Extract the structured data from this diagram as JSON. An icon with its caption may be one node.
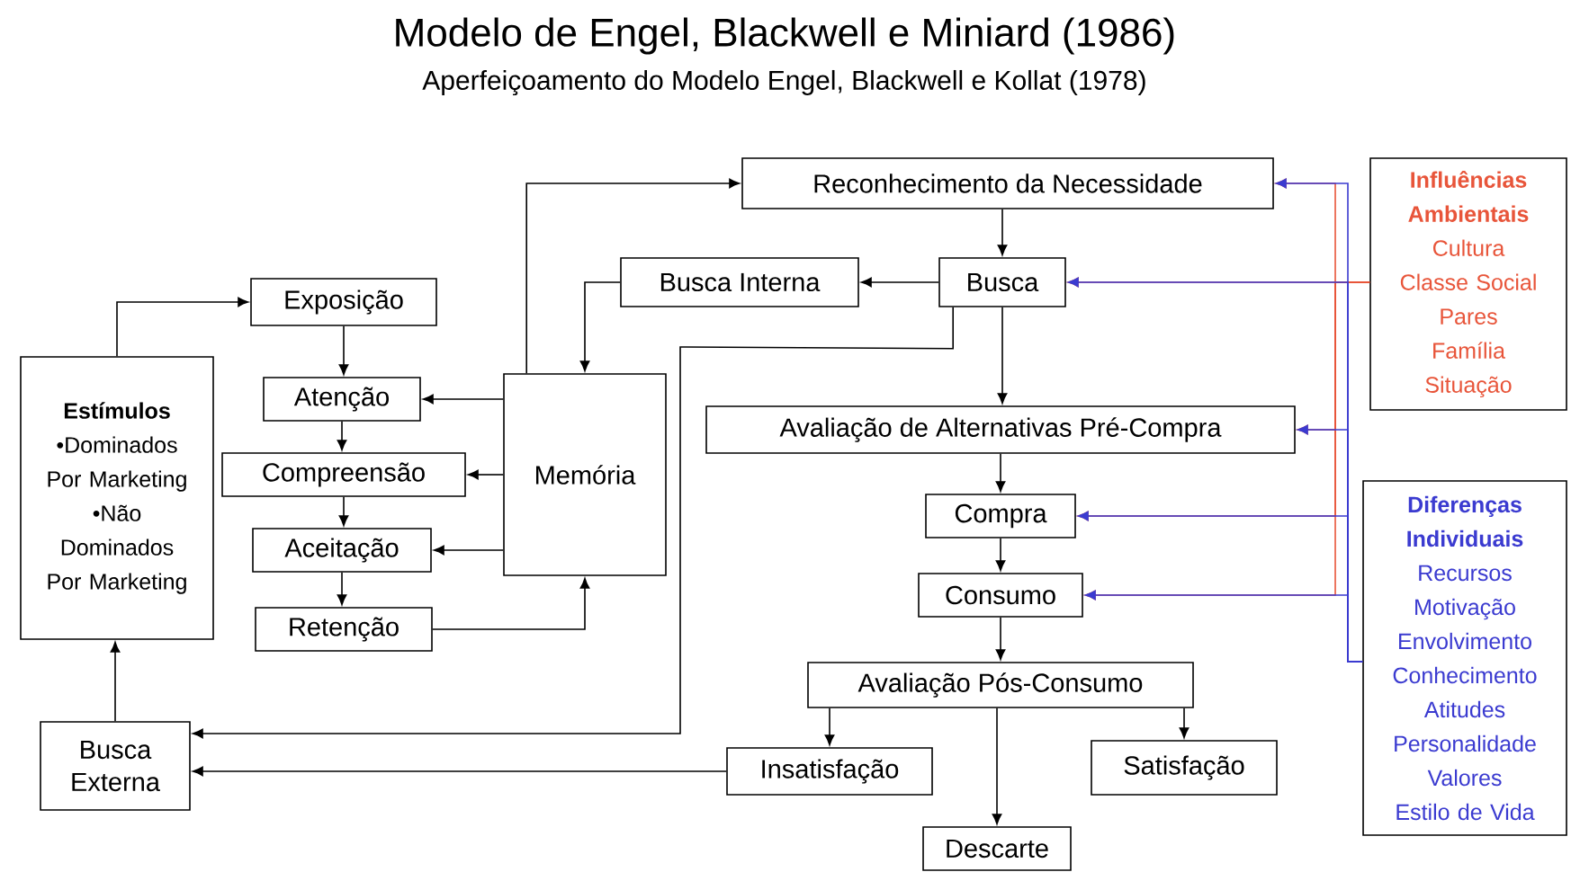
{
  "diagram": {
    "title": "Modelo de Engel, Blackwell e Miniard (1986)",
    "nodes": [
      {
        "text": [
          "Reconhecimento da Necessidade"
        ]
      },
      {
        "text": [
          "Busca Interna"
        ]
      },
      {
        "text": [
          "Busca"
        ]
      },
      {
        "text": [
          "Exposição"
        ]
      },
      {
        "text": [
          "Estímulos",
          "•Dominados Por Marketing",
          "•Não Dominados Por Marketing"
        ]
      },
      {
        "text": [
          "Atenção"
        ]
      },
      {
        "text": [
          "Memória"
        ]
      },
      {
        "text": [
          "Compreensão"
        ]
      },
      {
        "text": [
          "Aceitação"
        ]
      },
      {
        "text": [
          "Retenção"
        ]
      },
      {
        "text": [
          "Avaliação de Alternativas Pré-Compra"
        ]
      },
      {
        "text": [
          "Compra"
        ]
      },
      {
        "text": [
          "Consumo"
        ]
      },
      {
        "text": [
          "Avaliação Pós-Consumo"
        ]
      },
      {
        "text": [
          "Busca Externa"
        ]
      },
      {
        "text": [
          "Insatisfação"
        ]
      },
      {
        "text": [
          "Satisfação"
        ]
      },
      {
        "text": [
          "Descarte"
        ]
      },
      {
        "text": [
          "Influências Ambientais",
          "Cultura",
          "Classe Social",
          "Pares",
          "Família",
          "Situação"
        ]
      },
      {
        "text": [
          "Diferenças Individuais",
          "Recursos",
          "Motivação",
          "Envolvimento",
          "Conhecimento",
          "Atitudes",
          "Personalidade",
          "Valores",
          "Estilo de Vida"
        ]
      }
    ],
    "edges": [
      {
        "from": 4,
        "to": 3,
        "arrow": "to"
      },
      {
        "from": 3,
        "to": 5,
        "arrow": "to"
      },
      {
        "from": 5,
        "to": 7,
        "arrow": "to"
      },
      {
        "from": 7,
        "to": 8,
        "arrow": "to"
      },
      {
        "from": 8,
        "to": 9,
        "arrow": "to"
      },
      {
        "from": 6,
        "to": 5,
        "arrow": "to"
      },
      {
        "from": 6,
        "to": 7,
        "arrow": "to"
      },
      {
        "from": 6,
        "to": 8,
        "arrow": "to"
      },
      {
        "from": 9,
        "to": 6,
        "arrow": "to"
      },
      {
        "from": 6,
        "to": 0,
        "arrow": "to"
      },
      {
        "from": 0,
        "to": 2,
        "arrow": "to"
      },
      {
        "from": 2,
        "to": 1,
        "arrow": "to"
      },
      {
        "from": 1,
        "to": 6,
        "arrow": "to"
      },
      {
        "from": 2,
        "to": 10,
        "arrow": "to"
      },
      {
        "from": 2,
        "to": 14,
        "arrow": "to"
      },
      {
        "from": 10,
        "to": 11,
        "arrow": "to"
      },
      {
        "from": 11,
        "to": 12,
        "arrow": "to"
      },
      {
        "from": 12,
        "to": 13,
        "arrow": "to"
      },
      {
        "from": 13,
        "to": 15,
        "arrow": "to"
      },
      {
        "from": 13,
        "to": 16,
        "arrow": "to"
      },
      {
        "from": 13,
        "to": 17,
        "arrow": "to"
      },
      {
        "from": 15,
        "to": 14,
        "arrow": "to"
      },
      {
        "from": 14,
        "to": 4,
        "arrow": "to"
      },
      {
        "from": 18,
        "to": 0,
        "arrow": "to",
        "color": "#e8553a"
      },
      {
        "from": 18,
        "to": 2,
        "arrow": "to",
        "color": "#e8553a"
      },
      {
        "from": 18,
        "to": 10,
        "arrow": "to",
        "color": "#e8553a"
      },
      {
        "from": 18,
        "to": 11,
        "arrow": "to",
        "color": "#e8553a"
      },
      {
        "from": 18,
        "to": 12,
        "arrow": "to",
        "color": "#e8553a"
      },
      {
        "from": 19,
        "to": 0,
        "arrow": "to",
        "color": "#3b3bd0"
      },
      {
        "from": 19,
        "to": 2,
        "arrow": "to",
        "color": "#3b3bd0"
      },
      {
        "from": 19,
        "to": 10,
        "arrow": "to",
        "color": "#3b3bd0"
      },
      {
        "from": 19,
        "to": 11,
        "arrow": "to",
        "color": "#3b3bd0"
      },
      {
        "from": 19,
        "to": 12,
        "arrow": "to",
        "color": "#3b3bd0"
      }
    ],
    "labels": [
      "Aperfeiçoamento do Modelo Engel, Blackwell e Kollat (1978)"
    ]
  }
}
